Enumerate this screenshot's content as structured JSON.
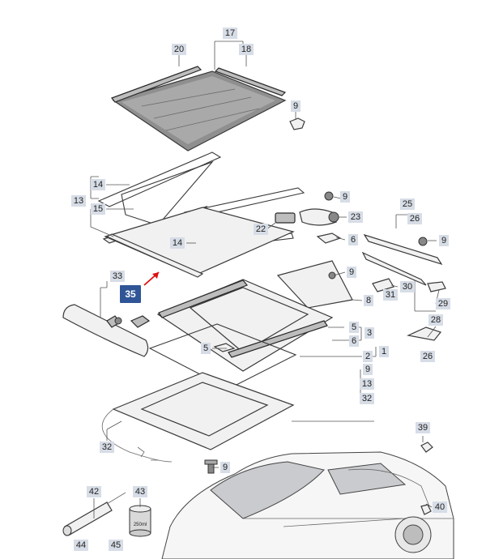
{
  "highlighted_part": "35",
  "callouts": [
    {
      "id": "c20",
      "text": "20"
    },
    {
      "id": "c17",
      "text": "17"
    },
    {
      "id": "c18",
      "text": "18"
    },
    {
      "id": "c9a",
      "text": "9"
    },
    {
      "id": "c14a",
      "text": "14"
    },
    {
      "id": "c13",
      "text": "13"
    },
    {
      "id": "c15",
      "text": "15"
    },
    {
      "id": "c9b",
      "text": "9"
    },
    {
      "id": "c23",
      "text": "23"
    },
    {
      "id": "c22",
      "text": "22"
    },
    {
      "id": "c6a",
      "text": "6"
    },
    {
      "id": "c14b",
      "text": "14"
    },
    {
      "id": "c25",
      "text": "25"
    },
    {
      "id": "c26a",
      "text": "26"
    },
    {
      "id": "c9c",
      "text": "9"
    },
    {
      "id": "c33",
      "text": "33"
    },
    {
      "id": "c9d",
      "text": "9"
    },
    {
      "id": "c8",
      "text": "8"
    },
    {
      "id": "c30",
      "text": "30"
    },
    {
      "id": "c31",
      "text": "31"
    },
    {
      "id": "c29",
      "text": "29"
    },
    {
      "id": "c28",
      "text": "28"
    },
    {
      "id": "c26b",
      "text": "26"
    },
    {
      "id": "c5a",
      "text": "5"
    },
    {
      "id": "c3",
      "text": "3"
    },
    {
      "id": "c6b",
      "text": "6"
    },
    {
      "id": "c5b",
      "text": "5"
    },
    {
      "id": "c2",
      "text": "2"
    },
    {
      "id": "c1",
      "text": "1"
    },
    {
      "id": "c9e",
      "text": "9"
    },
    {
      "id": "c13b",
      "text": "13"
    },
    {
      "id": "c32a",
      "text": "32"
    },
    {
      "id": "c39",
      "text": "39"
    },
    {
      "id": "c32b",
      "text": "32"
    },
    {
      "id": "c9f",
      "text": "9"
    },
    {
      "id": "c40",
      "text": "40"
    },
    {
      "id": "c42",
      "text": "42"
    },
    {
      "id": "c43",
      "text": "43"
    },
    {
      "id": "c44",
      "text": "44"
    },
    {
      "id": "c45",
      "text": "45"
    }
  ],
  "can_label": "250ml"
}
